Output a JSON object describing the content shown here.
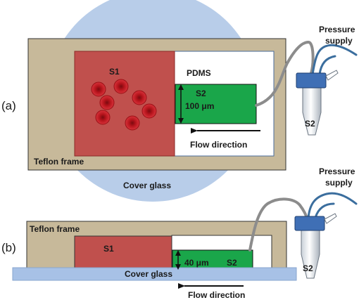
{
  "panel_a": {
    "panel_label": "(a)",
    "s1_label": "S1",
    "pdms_label": "PDMS",
    "s2_label": "S2",
    "s2_height": "100 μm",
    "flow_label": "Flow direction",
    "frame_label": "Teflon frame",
    "cover_label": "Cover glass",
    "pressure_line1": "Pressure",
    "pressure_line2": "supply",
    "tube_label": "S2"
  },
  "panel_b": {
    "panel_label": "(b)",
    "frame_label": "Teflon frame",
    "s1_label": "S1",
    "s2_height": "40 μm",
    "s2_label": "S2",
    "cover_label": "Cover glass",
    "flow_label": "Flow direction",
    "pressure_line1": "Pressure",
    "pressure_line2": "supply",
    "tube_label": "S2"
  },
  "colors": {
    "teflon": "#c7b99a",
    "cover_glass": "#b8cde9",
    "s1_red": "#c0504d",
    "s2_green": "#1aa64a",
    "cell_red": "#c0171f",
    "tubing": "#3b6e9e",
    "cap_blue": "#3f6fb5"
  }
}
